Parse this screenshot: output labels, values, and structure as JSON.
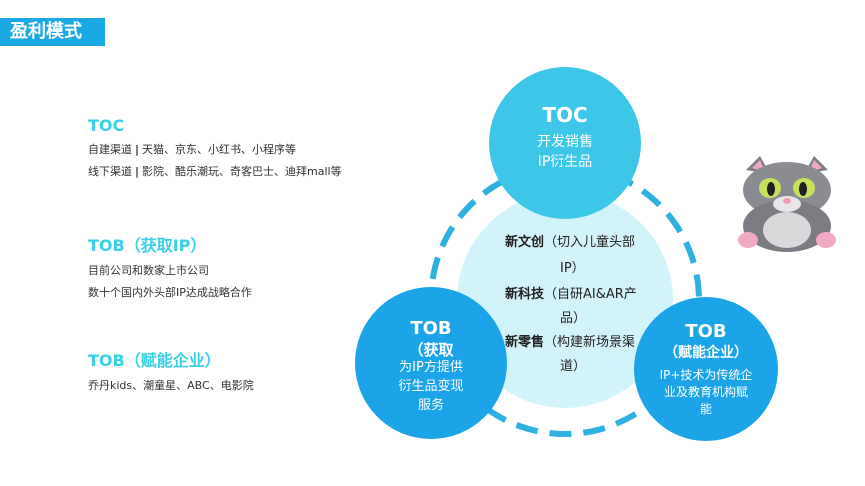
{
  "title": "盈利模式",
  "sections": [
    {
      "title": "TOC",
      "lines": [
        {
          "label": "自建渠道",
          "sep": "|",
          "text": "天猫、京东、小红书、小程序等"
        },
        {
          "label": "线下渠道",
          "sep": "|",
          "text": "影院、酷乐潮玩、奇客巴士、迪拜mall等"
        }
      ]
    },
    {
      "title": "TOB（获取IP）",
      "lines": [
        {
          "text": "目前公司和数家上市公司"
        },
        {
          "text": "数十个国内外头部IP达成战略合作"
        }
      ]
    },
    {
      "title": "TOB（赋能企业）",
      "lines": [
        {
          "text": "乔丹kids、潮童星、ABC、电影院"
        }
      ]
    }
  ],
  "circles": {
    "toc": {
      "head": "TOC",
      "line1": "开发销售",
      "line2": "IP衍生品"
    },
    "tob_ip": {
      "head1": "TOB",
      "head2": "（获取",
      "line1": "为IP方提供",
      "line2": "衍生品变现",
      "line3": "服务"
    },
    "tob_empower": {
      "head1": "TOB",
      "head2": "（赋能企业）",
      "line1": "IP+技术为传统企",
      "line2": "业及教育机构赋",
      "line3": "能"
    }
  },
  "center": {
    "items": [
      {
        "kw": "新文创",
        "desc1": "（切入儿童头部",
        "desc2": "IP）"
      },
      {
        "kw": "新科技",
        "desc1": "（自研AI&AR产",
        "desc2": "品）"
      },
      {
        "kw": "新零售",
        "desc1": "（构建新场景渠",
        "desc2": "道）"
      }
    ]
  },
  "colors": {
    "accent": "#1ba9e6",
    "toc_circle": "#3cc6e8",
    "tob_circle": "#1ba4e8",
    "center_fill": "#d3f3fb",
    "dash_ring": "#2eb0e0",
    "section_title": "#3ad0e8"
  },
  "icons": {
    "mascot": "talking-tom-cat-backpack"
  }
}
